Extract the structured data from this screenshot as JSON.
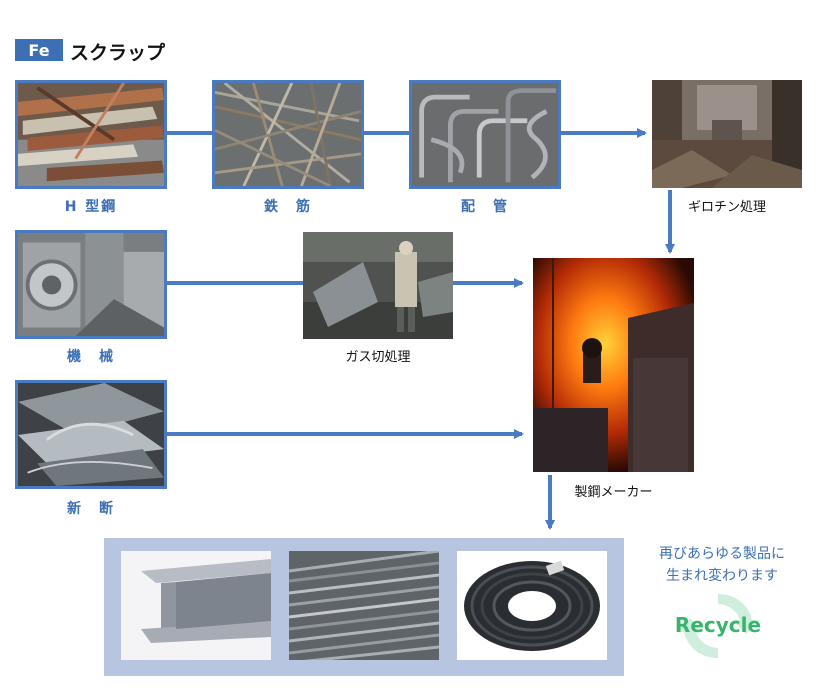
{
  "header": {
    "badge": "Fe",
    "title": "スクラップ"
  },
  "scrap_sources": {
    "h_beam": "H 型鋼",
    "rebar": "鉄　筋",
    "pipe": "配　管",
    "machine": "機　械",
    "offcut": "新　断"
  },
  "processes": {
    "guillotine": "ギロチン処理",
    "gas_cut": "ガス切処理",
    "steel_maker": "製鋼メーカー"
  },
  "outcome": {
    "line1": "再びあらゆる製品に",
    "line2": "生まれ変わります",
    "recycle": "Recycle"
  },
  "colors": {
    "accent_blue": "#4a7bc0",
    "label_blue": "#3c6fb3",
    "recycle_green": "#38b46d",
    "product_panel": "#b7c5e0"
  }
}
